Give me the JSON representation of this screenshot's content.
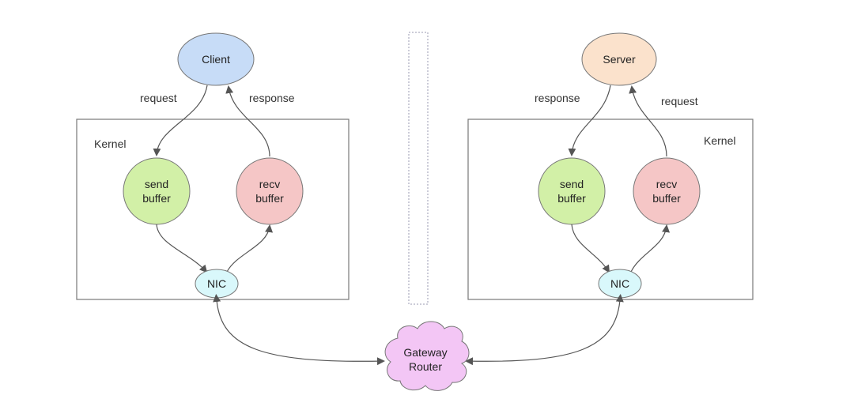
{
  "colors": {
    "client_fill": "#c7dcf7",
    "server_fill": "#fbe2cc",
    "send_fill": "#d2f0a7",
    "recv_fill": "#f5c6c6",
    "nic_fill": "#d9f8fb",
    "router_fill": "#f3c6f5",
    "stroke": "#666666",
    "box_stroke": "#777777",
    "arrow": "#555555"
  },
  "left": {
    "endpoint": "Client",
    "kernel_label": "Kernel",
    "send_line1": "send",
    "send_line2": "buffer",
    "recv_line1": "recv",
    "recv_line2": "buffer",
    "nic": "NIC",
    "down_label": "request",
    "up_label": "response"
  },
  "right": {
    "endpoint": "Server",
    "kernel_label": "Kernel",
    "send_line1": "send",
    "send_line2": "buffer",
    "recv_line1": "recv",
    "recv_line2": "buffer",
    "nic": "NIC",
    "down_label": "response",
    "up_label": "request"
  },
  "router": {
    "line1": "Gateway",
    "line2": "Router"
  }
}
